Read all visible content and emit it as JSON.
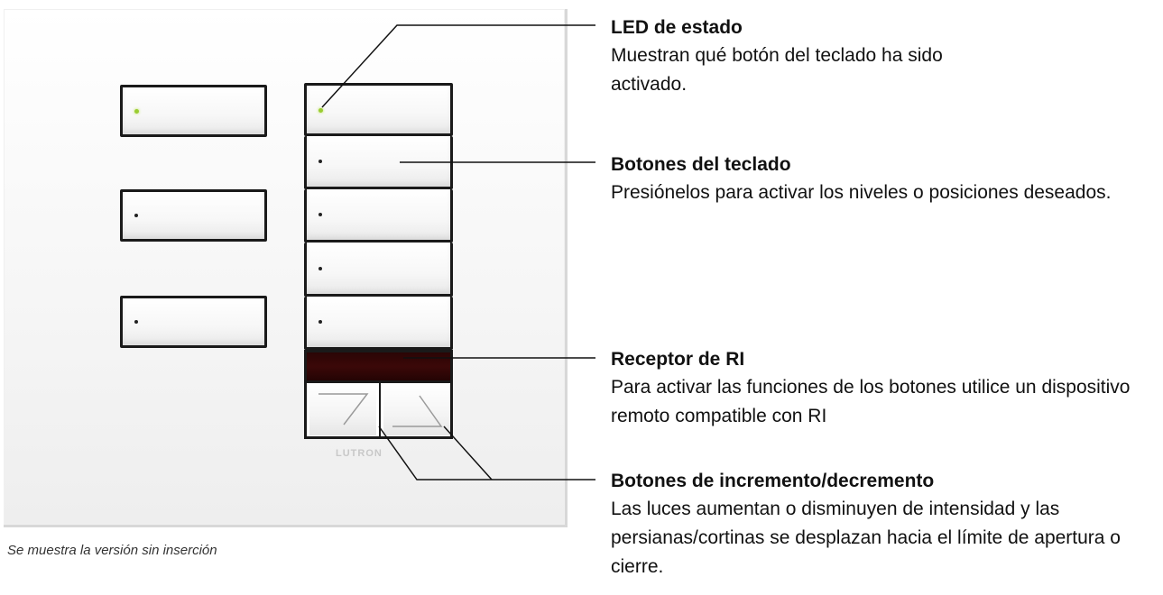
{
  "panel": {
    "brand": "LUTRON",
    "caption": "Se muestra la versión sin inserción"
  },
  "callouts": [
    {
      "title": "LED de estado",
      "text": "Muestran qué botón del teclado ha sido activado."
    },
    {
      "title": "Botones del teclado",
      "text": "Presiónelos para activar los niveles o posiciones deseados."
    },
    {
      "title": "Receptor de RI",
      "text": "Para activar las funciones de los botones utilice un dispositivo remoto compatible con RI"
    },
    {
      "title": "Botones de incremento/decremento",
      "text": "Las luces aumentan o disminuyen de intensidad y las persianas/cortinas se desplazan hacia el límite de apertura o cierre."
    }
  ],
  "colors": {
    "led": "#9acd32",
    "ir_window": "#3b0808",
    "plate": "#f6f6f6"
  },
  "icons": [
    "lower-arrow-icon",
    "raise-arrow-icon"
  ]
}
